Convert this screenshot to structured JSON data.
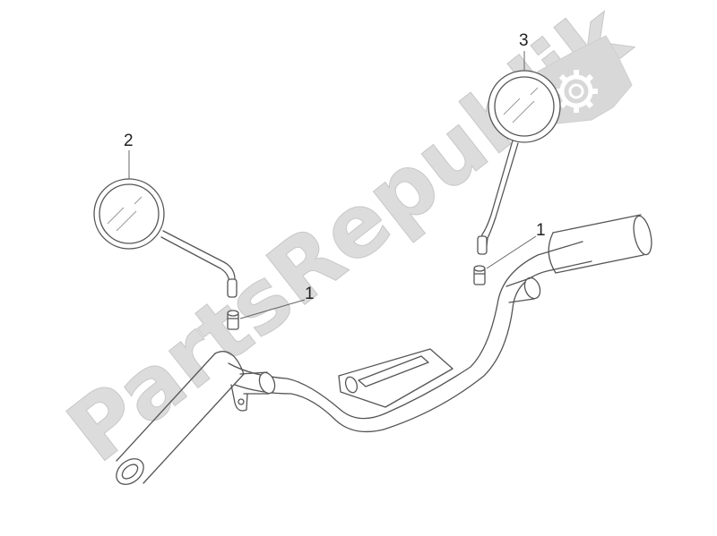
{
  "callouts": {
    "c1_left": "1",
    "c1_right": "1",
    "c2": "2",
    "c3": "3"
  },
  "watermark": {
    "text": "PartsRepublik",
    "color": "#d6d6d6"
  },
  "colors": {
    "line": "#555555",
    "background": "#ffffff"
  }
}
